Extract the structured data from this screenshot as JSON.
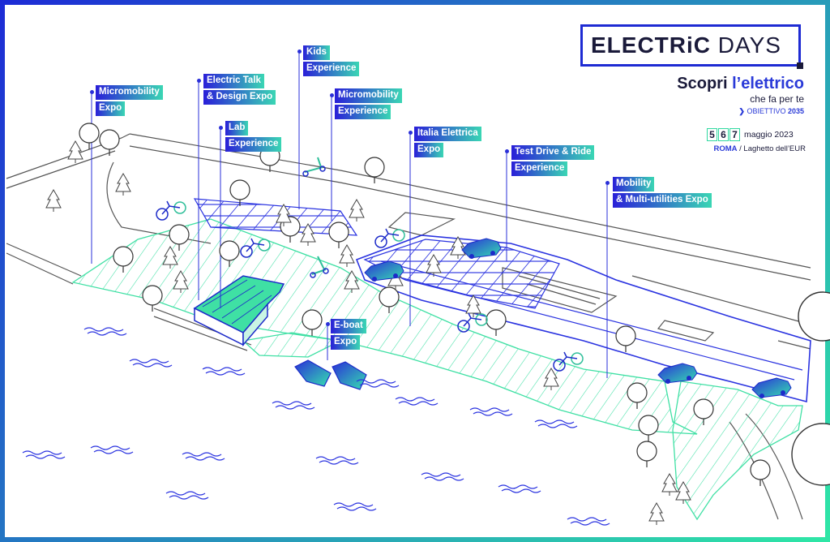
{
  "brand": {
    "logo_text_1": "ELECTRiC",
    "logo_text_2": "DAYS",
    "tagline_1": "Scopri",
    "tagline_2": "l’elettrico",
    "subtagline": "che fa per te",
    "objective": "OBIETTIVO",
    "objective_year": "2035",
    "day_1": "5",
    "day_2": "6",
    "day_3": "7",
    "month_year": "maggio 2023",
    "city": "ROMA",
    "venue": "/ Laghetto dell’EUR"
  },
  "colors": {
    "blue": "#2a2fd8",
    "green": "#2fe0a0",
    "ink": "#1a1a3a"
  },
  "areas": [
    {
      "name": "micromobility-expo",
      "line1": "Micromobility",
      "line2": "Expo"
    },
    {
      "name": "electric-talk",
      "line1": "Electric Talk",
      "line2": "& Design Expo"
    },
    {
      "name": "lab-experience",
      "line1": "Lab",
      "line2": "Experience"
    },
    {
      "name": "kids-experience",
      "line1": "Kids",
      "line2": "Experience"
    },
    {
      "name": "micromobility-experience",
      "line1": "Micromobility",
      "line2": "Experience"
    },
    {
      "name": "italia-elettrica-expo",
      "line1": "Italia Elettrica",
      "line2": "Expo"
    },
    {
      "name": "test-drive-ride",
      "line1": "Test Drive & Ride",
      "line2": "Experience"
    },
    {
      "name": "mobility-multiutilities",
      "line1": "Mobility",
      "line2": "& Multi-utilities Expo"
    },
    {
      "name": "e-boat-expo",
      "line1": "E-boat",
      "line2": "Expo"
    }
  ]
}
